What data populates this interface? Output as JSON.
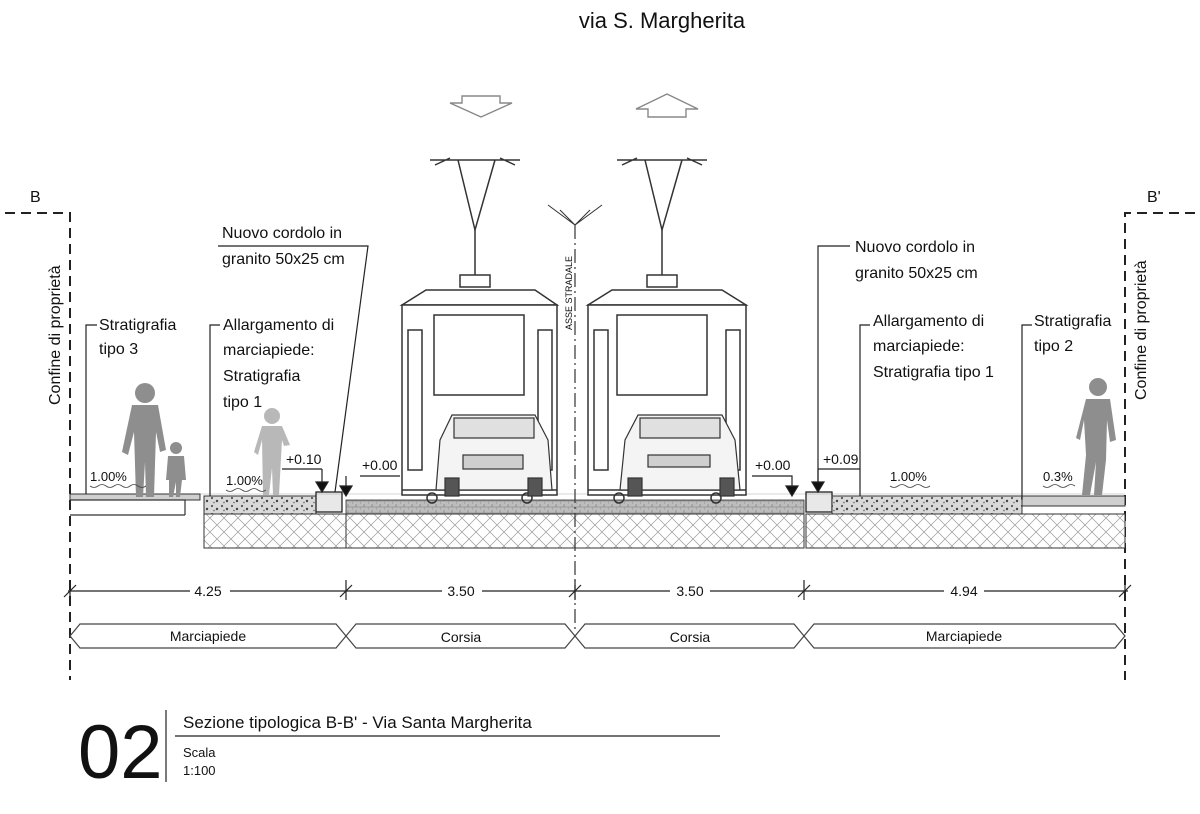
{
  "title": "via S. Margherita",
  "section_marks": {
    "left": "B",
    "right": "B'"
  },
  "property_line_label": "Confine di proprietà",
  "axis_label": "ASSE STRADALE",
  "annotations": {
    "left_kerb": "Nuovo cordolo in granito 50x25 cm",
    "left_kerb_lines": [
      "Nuovo cordolo in",
      "granito 50x25 cm"
    ],
    "right_kerb_lines": [
      "Nuovo cordolo in",
      "granito 50x25 cm"
    ],
    "left_strat": [
      "Stratigrafia",
      "tipo 3"
    ],
    "left_widen": [
      "Allargamento di",
      "marciapiede:",
      "Stratigrafia",
      "tipo 1"
    ],
    "right_widen": [
      "Allargamento di",
      "marciapiede:",
      "Stratigrafia tipo 1"
    ],
    "right_strat": [
      "Stratigrafia",
      "tipo 2"
    ]
  },
  "slopes": [
    "1.00%",
    "1.00%",
    "1.00%",
    "0.3%"
  ],
  "elevations": [
    "+0.10",
    "+0.00",
    "+0.00",
    "+0.09"
  ],
  "dimensions": [
    "4.25",
    "3.50",
    "3.50",
    "4.94"
  ],
  "zones": [
    "Marciapiede",
    "Corsia",
    "Corsia",
    "Marciapiede"
  ],
  "title_block": {
    "number": "02",
    "title": "Sezione tipologica B-B' - Via Santa Margherita",
    "scale_label": "Scala",
    "scale_value": "1:100"
  }
}
